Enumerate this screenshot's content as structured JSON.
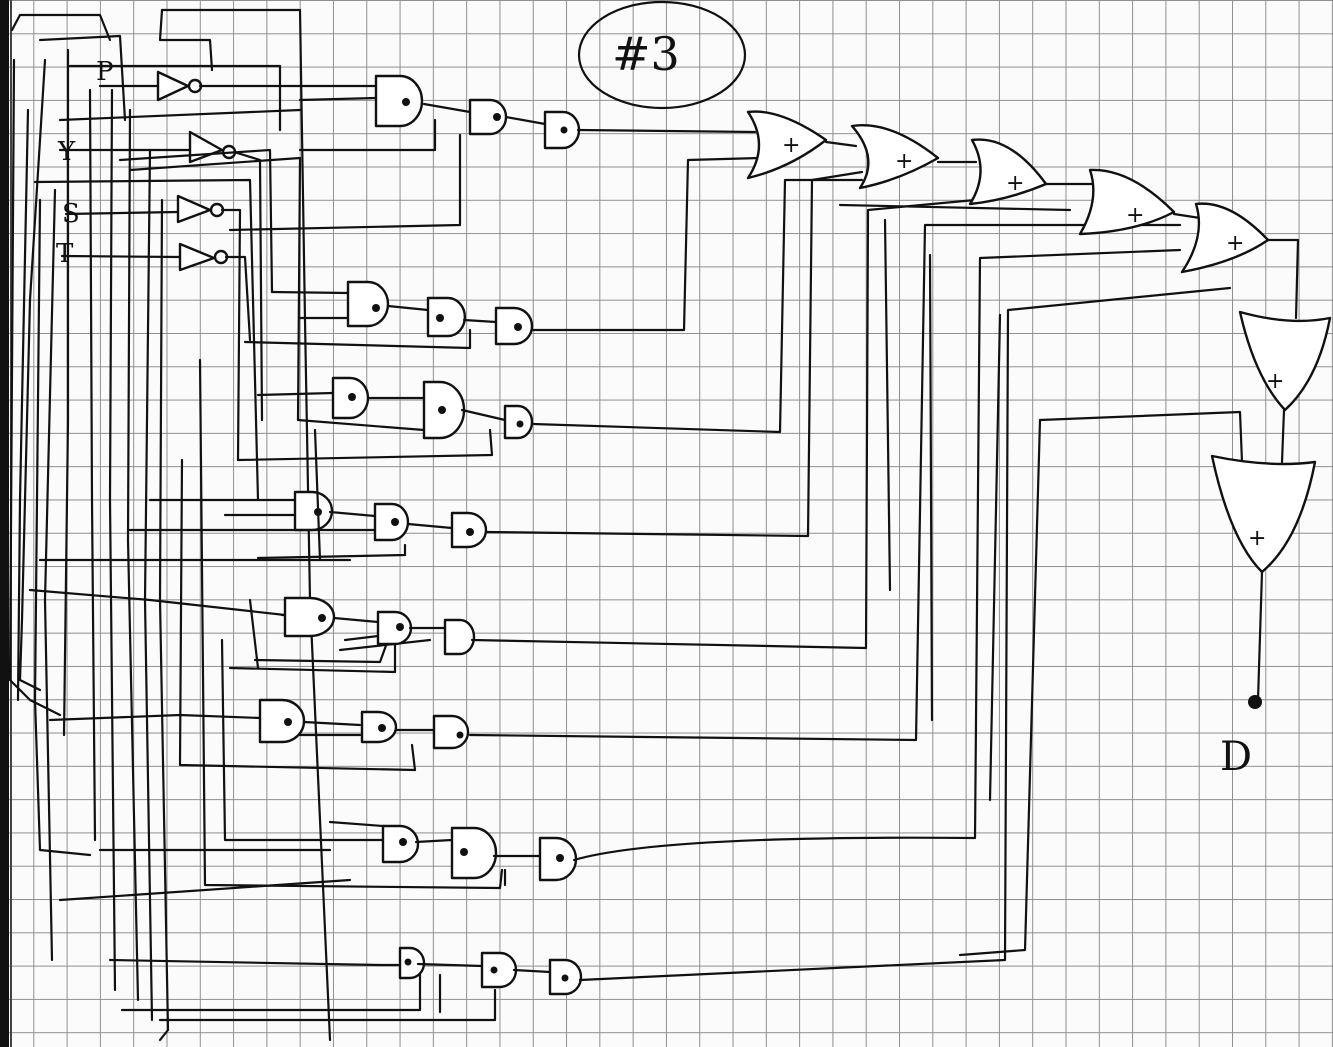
{
  "title": "#3",
  "inputs": [
    "P",
    "Y",
    "S",
    "T"
  ],
  "gate_symbols": {
    "or": "+",
    "and": "•"
  },
  "output": "D",
  "colors": {
    "ink": "#111111",
    "grid": "#8f8f8f",
    "paper": "#fbfbfb"
  }
}
